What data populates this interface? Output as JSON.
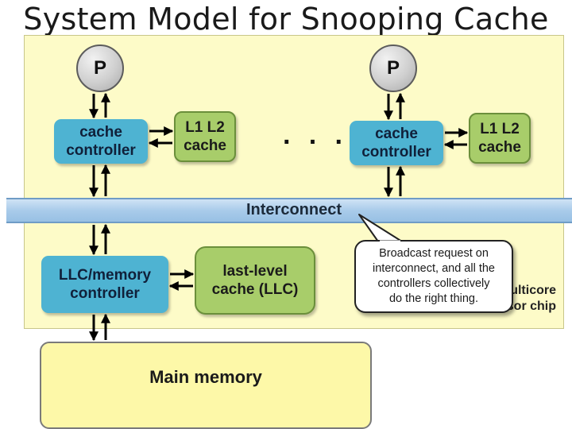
{
  "slide": {
    "title": "System Model for Snooping Cache"
  },
  "chip": {
    "label_line1": "multicore",
    "label_line2": "processor chip"
  },
  "left_core": {
    "processor": "P",
    "controller_line1": "cache",
    "controller_line2": "controller",
    "cache_line1": "L1 L2",
    "cache_line2": "cache"
  },
  "right_core": {
    "processor": "P",
    "controller_line1": "cache",
    "controller_line2": "controller",
    "cache_line1": "L1 L2",
    "cache_line2": "cache"
  },
  "ellipsis": "· · ·",
  "interconnect": {
    "label": "Interconnect"
  },
  "llc": {
    "controller_line1": "LLC/memory",
    "controller_line2": "controller",
    "cache_line1": "last-level",
    "cache_line2": "cache (LLC)"
  },
  "memory": {
    "label": "Main memory"
  },
  "callout": {
    "line1": "Broadcast request on",
    "line2": "interconnect, and all the",
    "line3": "controllers collectively",
    "line4": "do the right thing."
  },
  "colors": {
    "chip_bg": "#fdfbc8",
    "controller": "#4eb3d2",
    "cache": "#a8cd6a",
    "bus": "#a9cbea",
    "memory": "#fdf8a8"
  }
}
